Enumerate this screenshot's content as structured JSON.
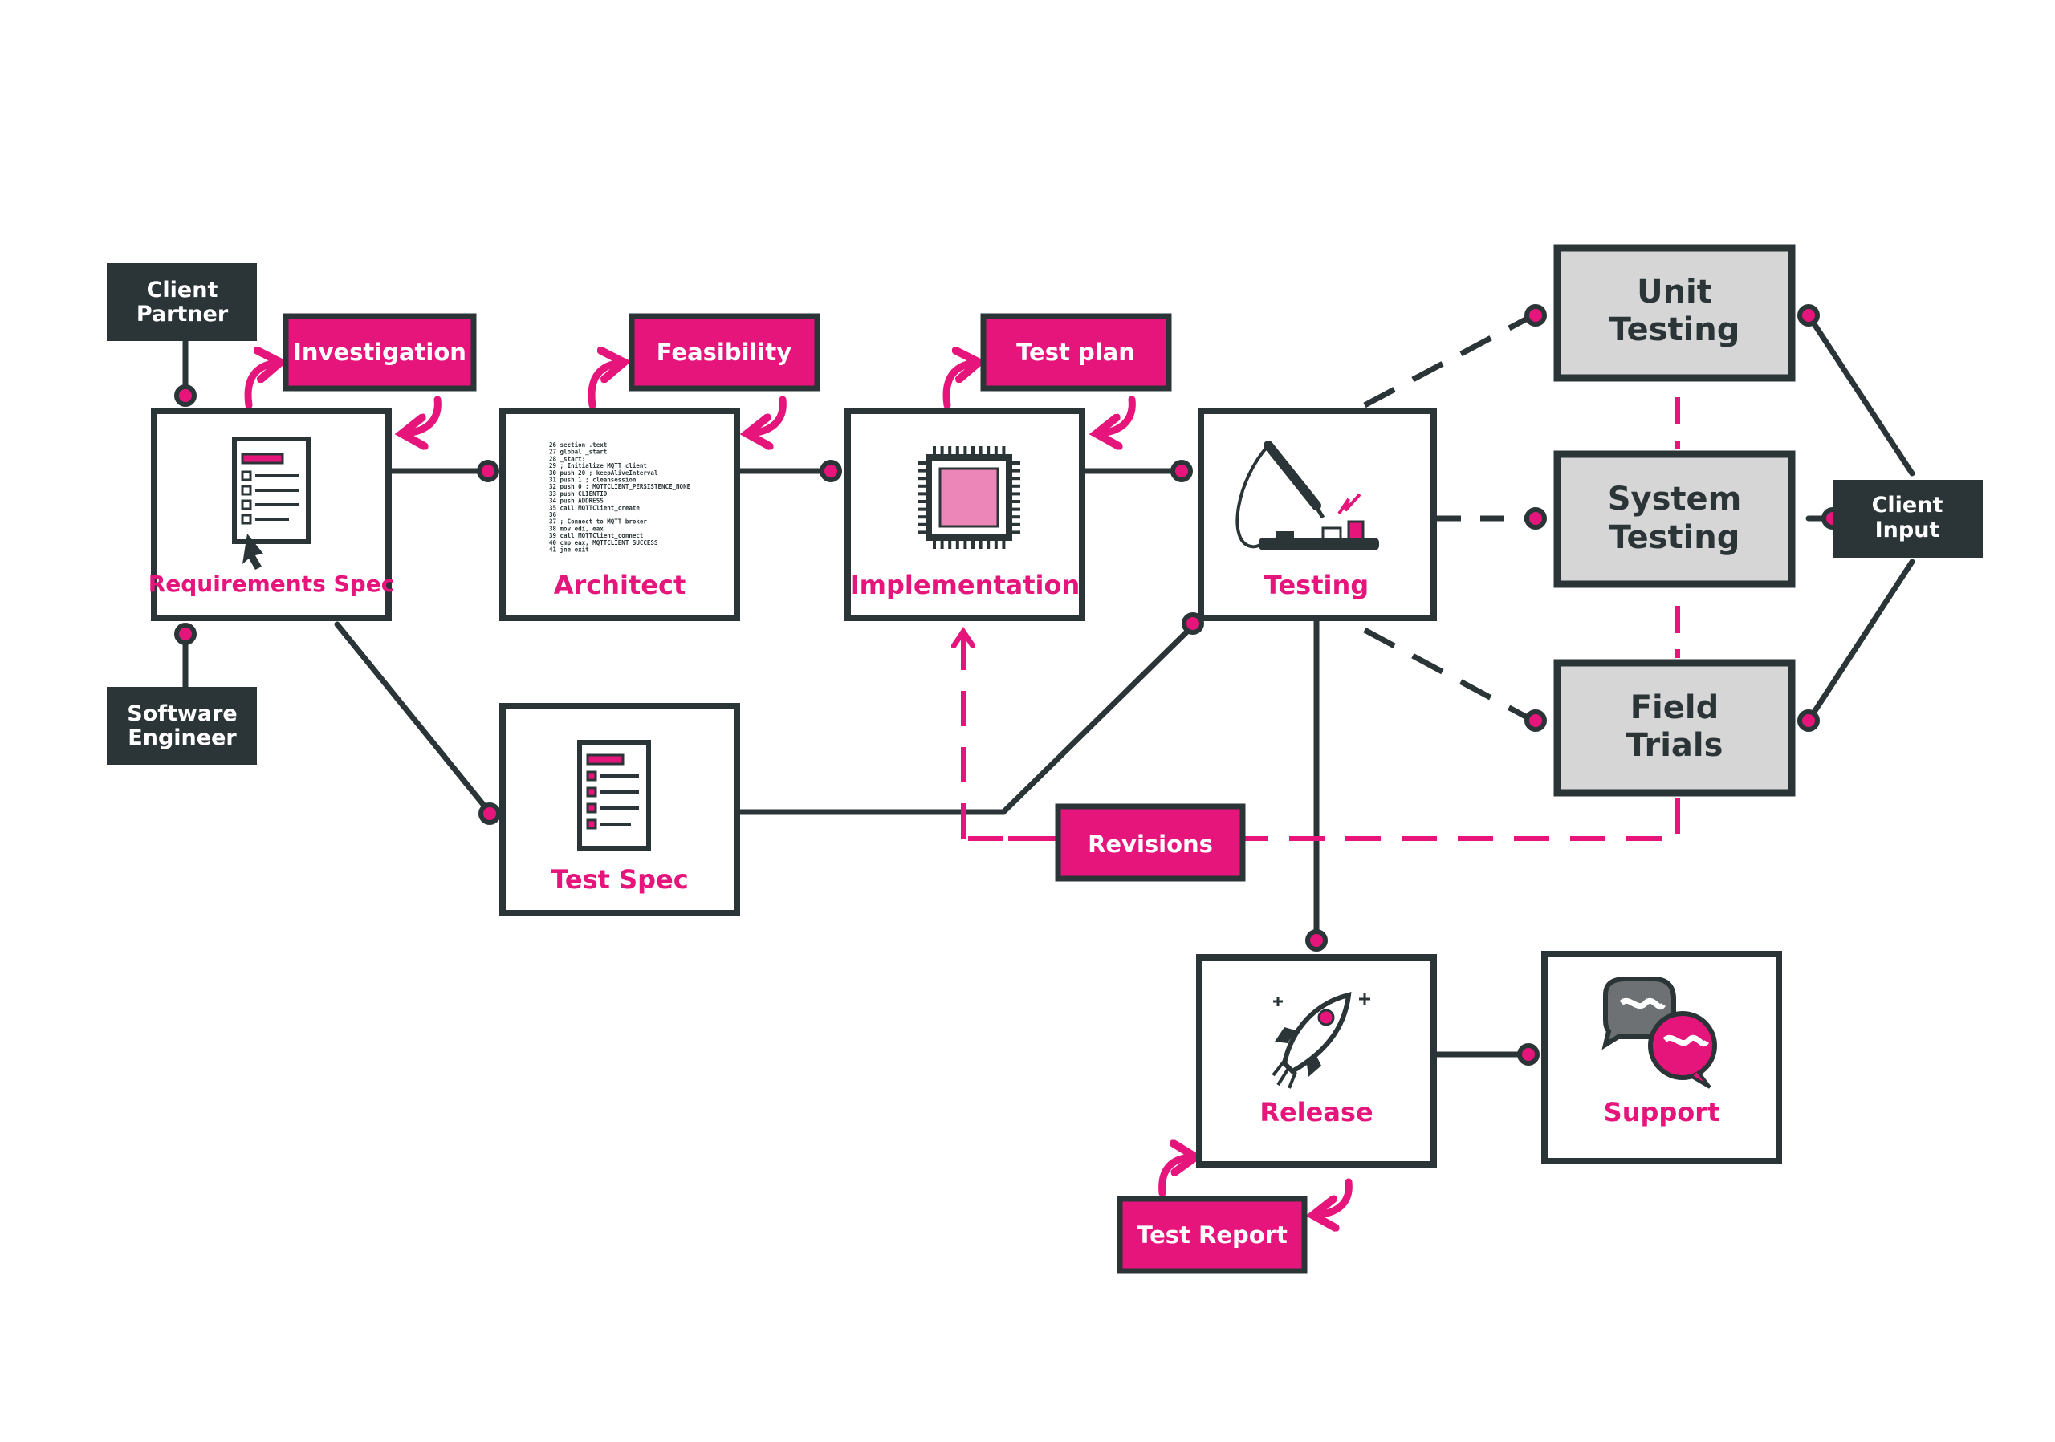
{
  "colors": {
    "dark": "#2b3538",
    "pink": "#e6157c",
    "pink_light": "#ec86b8",
    "grey_box": "#d6d6d6",
    "white": "#ffffff"
  },
  "labels": {
    "client_partner": [
      "Client",
      "Partner"
    ],
    "software_engineer": [
      "Software",
      "Engineer"
    ],
    "client_input": [
      "Client",
      "Input"
    ]
  },
  "tags": {
    "investigation": "Investigation",
    "feasibility": "Feasibility",
    "test_plan": "Test plan",
    "revisions": "Revisions",
    "test_report": "Test Report"
  },
  "boxes": {
    "requirements_spec": "Requirements Spec",
    "architect": "Architect",
    "implementation": "Implementation",
    "testing": "Testing",
    "test_spec": "Test Spec",
    "release": "Release",
    "support": "Support"
  },
  "test_boxes": {
    "unit_testing": [
      "Unit",
      "Testing"
    ],
    "system_testing": [
      "System",
      "Testing"
    ],
    "field_trials": [
      "Field",
      "Trials"
    ]
  },
  "code_lines": [
    "26 section .text",
    "27 global _start",
    "28 _start:",
    "29   ; Initialize MQTT client",
    "30   push 20 ; keepAliveInterval",
    "31   push 1  ; cleansession",
    "32   push 0  ; MQTTCLIENT_PERSISTENCE_NONE",
    "33   push CLIENTID",
    "34   push ADDRESS",
    "35   call MQTTClient_create",
    "36",
    "37   ; Connect to MQTT broker",
    "38   mov edi, eax",
    "39   call MQTTClient_connect",
    "40   cmp eax, MQTTCLIENT_SUCCESS",
    "41   jne exit"
  ],
  "icons": {
    "requirements": "checklist-cursor-icon",
    "chip": "microchip-icon",
    "soldering": "soldering-iron-icon",
    "test_checklist": "checklist-icon",
    "rocket": "rocket-icon",
    "chat": "chat-bubbles-icon"
  }
}
